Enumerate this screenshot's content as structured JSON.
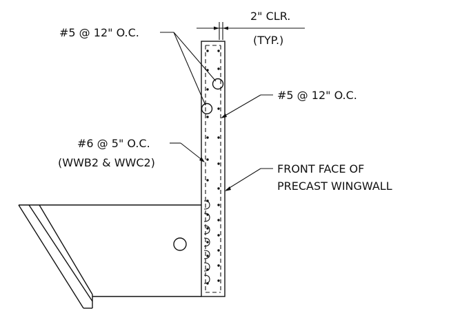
{
  "drawing": {
    "callout_clear_cover": "2\" CLR.",
    "callout_clear_cover_sub": "(TYP.)",
    "callout_horizontal_bars": "#5 @ 12\" O.C.",
    "callout_face_bars": "#5 @ 12\" O.C.",
    "callout_vertical_bars": "#6 @ 5\" O.C.",
    "callout_vertical_bars_sub": "(WWB2 & WWC2)",
    "callout_front_face_line1": "FRONT FACE OF",
    "callout_front_face_line2": "PRECAST WINGWALL"
  },
  "colors": {
    "ink": "#111111",
    "paper": "#ffffff"
  }
}
